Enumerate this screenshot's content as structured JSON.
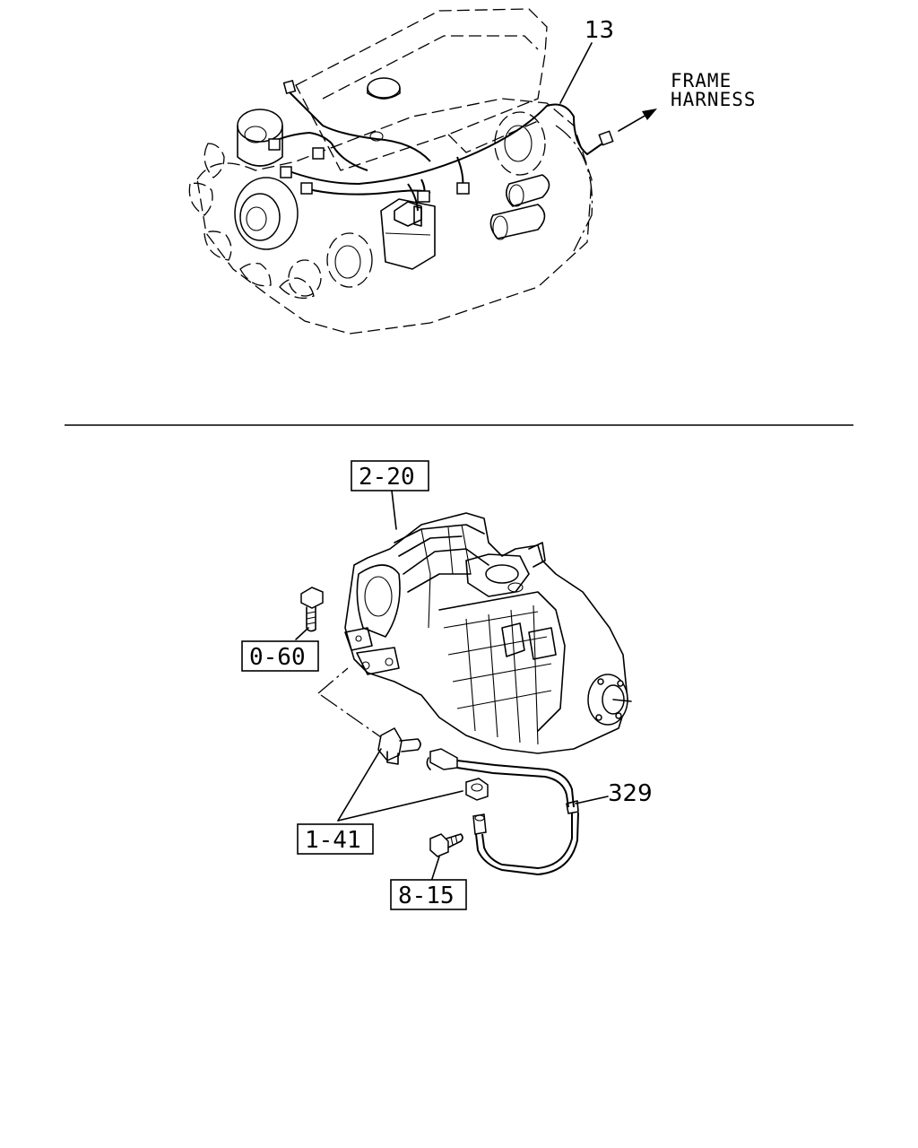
{
  "top_section": {
    "callout_13": "13",
    "frame_harness_line1": "FRAME",
    "frame_harness_line2": "HARNESS"
  },
  "bottom_section": {
    "ref_2_20": "2-20",
    "ref_0_60": "0-60",
    "ref_1_41": "1-41",
    "ref_8_15": "8-15",
    "callout_329": "329"
  }
}
